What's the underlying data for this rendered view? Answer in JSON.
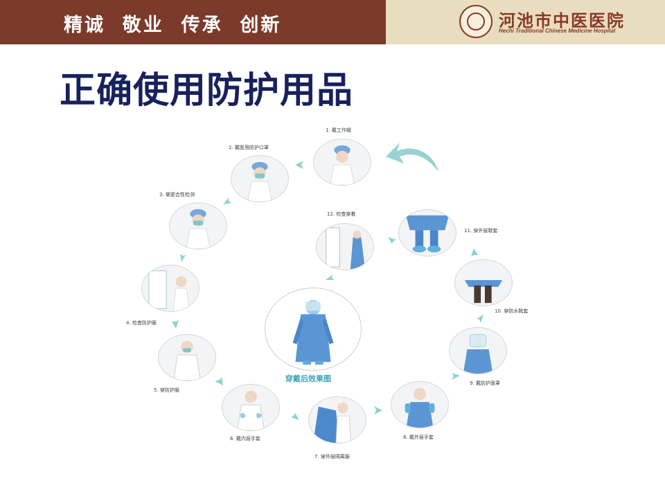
{
  "header": {
    "motto": "精诚  敬业  传承  创新",
    "hospital_cn": "河池市中医医院",
    "hospital_en": "Hechi Traditional Chinese Medicine Hospital",
    "left_color": "#7b3a2a",
    "right_color": "#e9ddc0"
  },
  "title": "正确使用防护用品",
  "diagram": {
    "center_label": "穿戴后效果图",
    "steps": [
      "1. 戴工作帽",
      "2. 戴医用防护口罩",
      "3. 做密合性检测",
      "4. 检查防护服",
      "5. 穿防护服",
      "6. 戴内层手套",
      "7. 穿外层隔离服",
      "8. 戴外层手套",
      "9. 戴防护面罩",
      "10. 穿防水靴套",
      "11. 穿外层鞋套",
      "12. 检查穿着"
    ],
    "accent_color": "#7ec8c8"
  }
}
